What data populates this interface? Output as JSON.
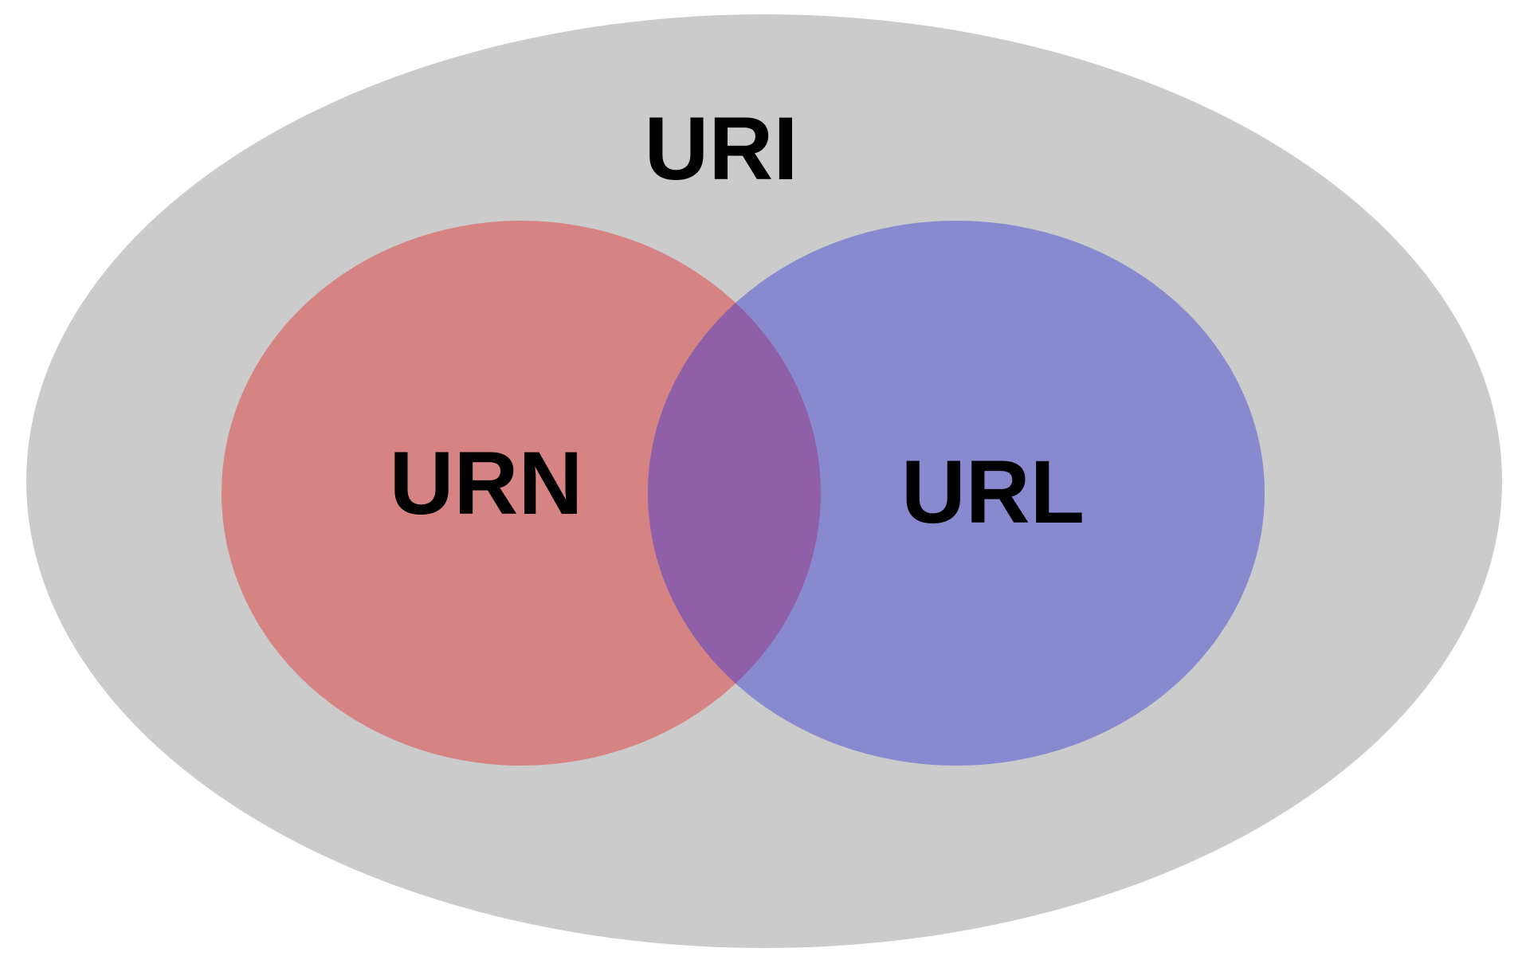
{
  "diagram": {
    "type": "venn",
    "outer_set": {
      "label": "URI",
      "color": "#cbcbcb"
    },
    "sets": [
      {
        "id": "urn",
        "label": "URN",
        "color": "#d68383"
      },
      {
        "id": "url",
        "label": "URL",
        "color": "#8989cf"
      }
    ],
    "overlap": {
      "color": "#8f60a8"
    }
  }
}
